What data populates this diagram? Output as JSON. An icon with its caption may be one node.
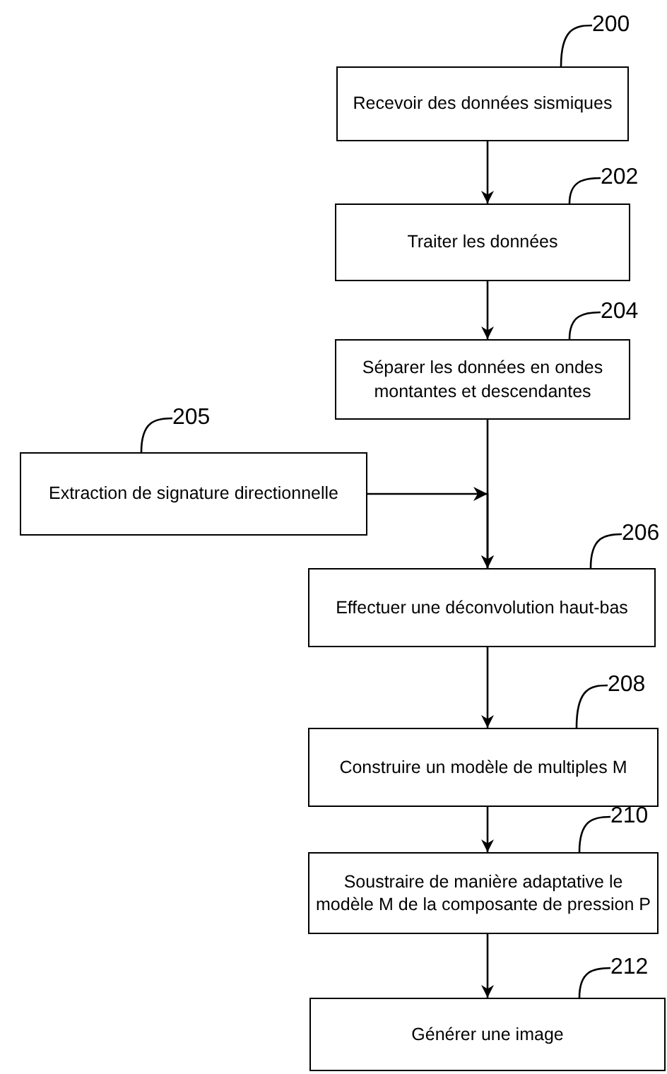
{
  "diagram": {
    "nodes": [
      {
        "text": [
          "200"
        ]
      },
      {
        "text": [
          "Recevoir des données sismiques"
        ]
      },
      {
        "text": [
          "202"
        ]
      },
      {
        "text": [
          "Traiter les données"
        ]
      },
      {
        "text": [
          "204"
        ]
      },
      {
        "text": [
          "Séparer les données en ondes montantes et descendantes"
        ]
      },
      {
        "text": [
          "205"
        ]
      },
      {
        "text": [
          "Extraction de signature directionnelle"
        ]
      },
      {
        "text": [
          "206"
        ]
      },
      {
        "text": [
          "Effectuer une déconvolution haut-bas"
        ]
      },
      {
        "text": [
          "208"
        ]
      },
      {
        "text": [
          "Construire un modèle de multiples M"
        ]
      },
      {
        "text": [
          "210"
        ]
      },
      {
        "text": [
          "Soustraire de manière adaptative le modèle M de la composante de pression P"
        ]
      },
      {
        "text": [
          "212"
        ]
      },
      {
        "text": [
          "Générer une image"
        ]
      }
    ],
    "edges": [
      {
        "from": 0,
        "to": 1,
        "arrow": "none"
      },
      {
        "from": 2,
        "to": 3,
        "arrow": "none"
      },
      {
        "from": 4,
        "to": 5,
        "arrow": "none"
      },
      {
        "from": 6,
        "to": 7,
        "arrow": "none"
      },
      {
        "from": 8,
        "to": 9,
        "arrow": "none"
      },
      {
        "from": 10,
        "to": 11,
        "arrow": "none"
      },
      {
        "from": 12,
        "to": 13,
        "arrow": "none"
      },
      {
        "from": 14,
        "to": 15,
        "arrow": "none"
      },
      {
        "from": 1,
        "to": 3,
        "arrow": "to"
      },
      {
        "from": 3,
        "to": 5,
        "arrow": "to"
      },
      {
        "from": 5,
        "to": 9,
        "arrow": "to"
      },
      {
        "from": 7,
        "to": 9,
        "arrow": "to"
      },
      {
        "from": 9,
        "to": 11,
        "arrow": "to"
      },
      {
        "from": 11,
        "to": 13,
        "arrow": "to"
      },
      {
        "from": 13,
        "to": 15,
        "arrow": "to"
      }
    ]
  }
}
